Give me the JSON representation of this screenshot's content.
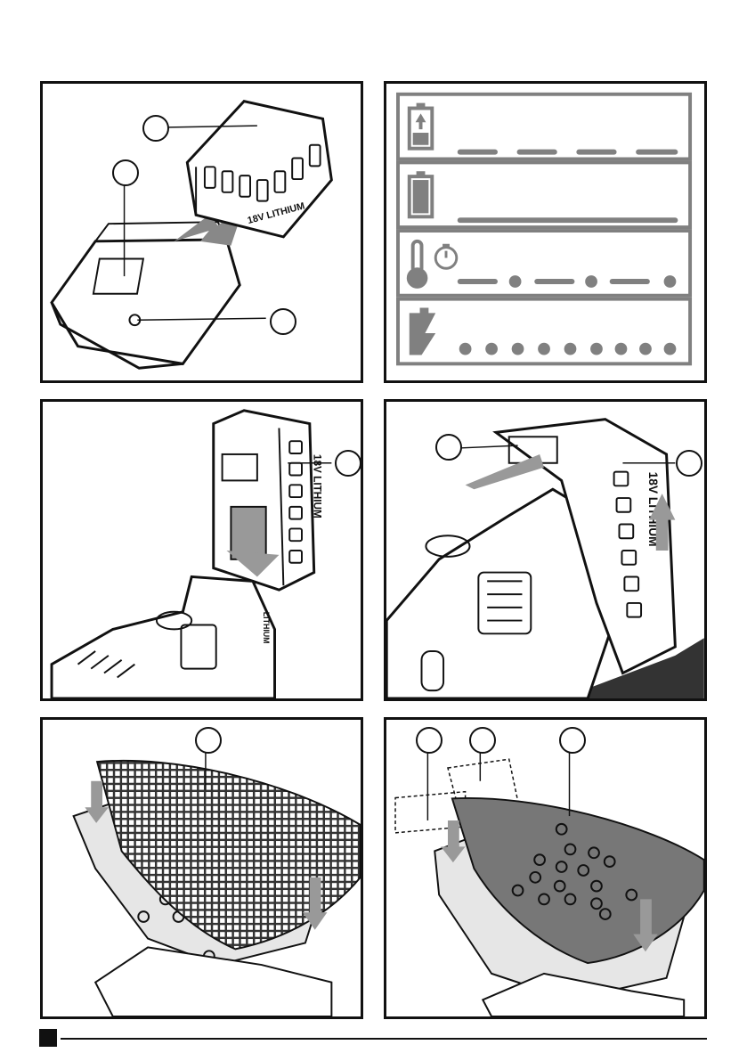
{
  "page": {
    "title": "",
    "callout_labels": [
      "",
      "",
      "",
      "",
      "",
      "",
      "",
      "",
      ""
    ]
  },
  "figures": {
    "battery_label": "18V LITHIUM",
    "handle_label": "LITHIUM",
    "indicator_rows": [
      {
        "icon": "battery-charging-icon",
        "pattern": "dashes"
      },
      {
        "icon": "battery-full-icon",
        "pattern": "solid"
      },
      {
        "icon": "thermometer-timer-icon",
        "pattern": "dash-dot"
      },
      {
        "icon": "battery-fault-icon",
        "pattern": "dots"
      }
    ]
  },
  "colors": {
    "indicator_gray": "#808080",
    "sanding_sheet": "#777777",
    "platen_light": "#e6e6e6",
    "outline": "#111111"
  }
}
